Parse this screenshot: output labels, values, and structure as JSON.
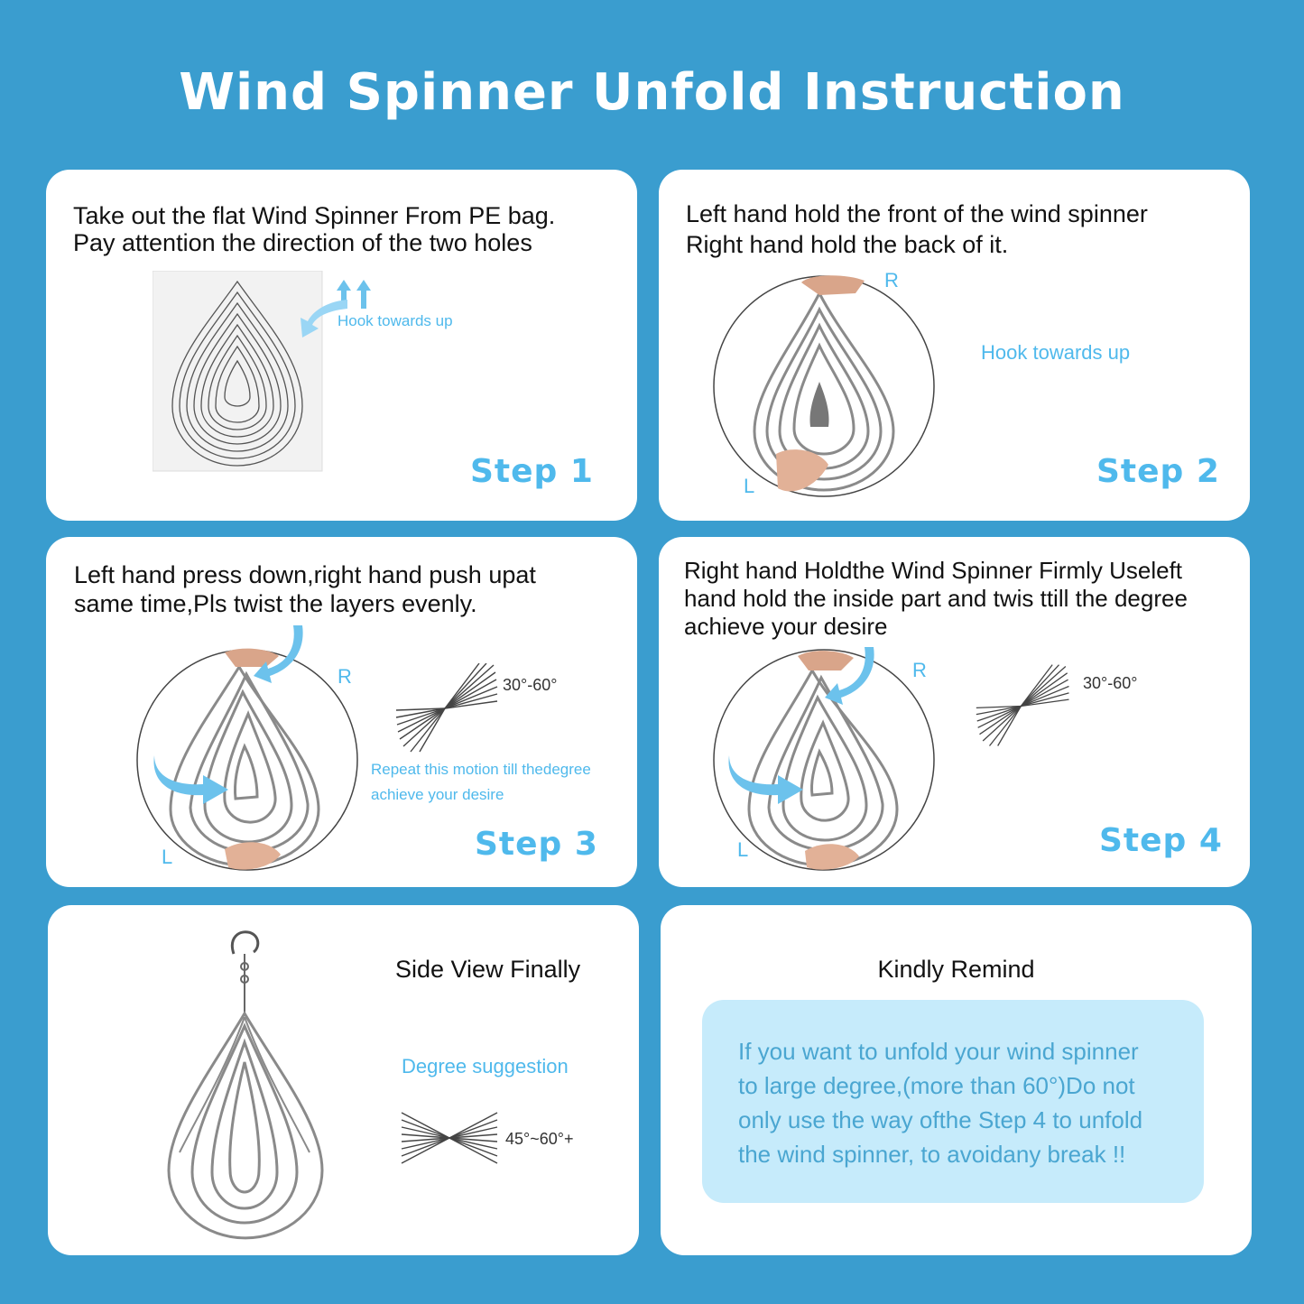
{
  "title": "Wind Spinner Unfold Instruction",
  "colors": {
    "background": "#3a9dcf",
    "card": "#ffffff",
    "accent": "#4fb9ec",
    "remind_box": "#c6ebfb",
    "remind_text": "#4aa6d1"
  },
  "step1": {
    "text": "Take out the flat Wind Spinner From PE bag.\nPay attention the direction of the two holes",
    "note": "Hook towards up",
    "label": "Step 1"
  },
  "step2": {
    "text": "Left hand hold the front of the wind spinner\nRight hand hold the back of it.",
    "note": "Hook towards up",
    "right": "R",
    "left": "L",
    "label": "Step 2"
  },
  "step3": {
    "text": "Left hand press down,right hand push upat\nsame time,Pls twist the layers evenly.",
    "note": "Repeat this motion till thedegree\nachieve your desire",
    "degree": "30°-60°",
    "right": "R",
    "left": "L",
    "label": "Step 3"
  },
  "step4": {
    "text": "Right hand Holdthe Wind Spinner Firmly Useleft\nhand hold the inside part and twis ttill the degree\nachieve your desire",
    "degree": "30°-60°",
    "right": "R",
    "left": "L",
    "label": "Step 4"
  },
  "side_view": {
    "title": "Side View Finally",
    "note": "Degree suggestion",
    "degree": "45°~60°+"
  },
  "remind": {
    "title": "Kindly Remind",
    "text": "If you want to unfold your wind spinner\nto large degree,(more than 60°)Do not\nonly use the way ofthe Step 4 to unfold\nthe wind spinner, to avoidany break !!"
  }
}
